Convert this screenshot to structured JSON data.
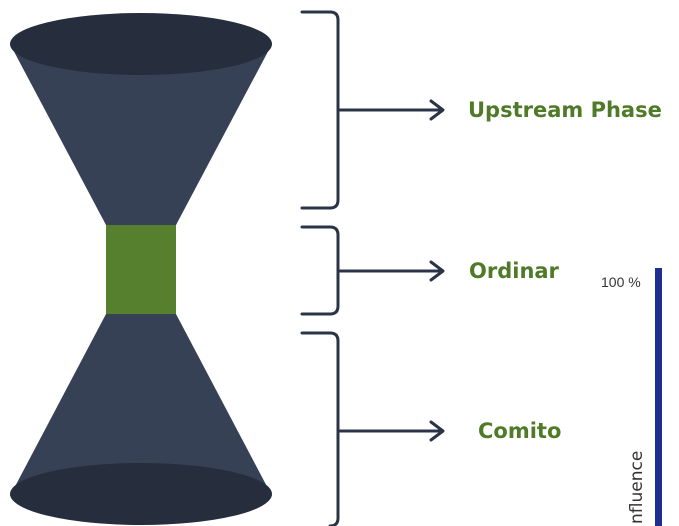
{
  "phases": {
    "upstream": {
      "label": "Upstream Phase"
    },
    "ordinary": {
      "label": "Ordinar"
    },
    "comitology": {
      "label": "Comito"
    }
  },
  "influence_axis": {
    "tick_top": "100 %",
    "label": "nfluence"
  },
  "colors": {
    "cone_body": "#364156",
    "cone_cap": "#262d3d",
    "center_block": "#56802d",
    "bracket": "#2b3447",
    "label_green": "#4f7a28",
    "axis_bar": "#1d2f8f"
  }
}
